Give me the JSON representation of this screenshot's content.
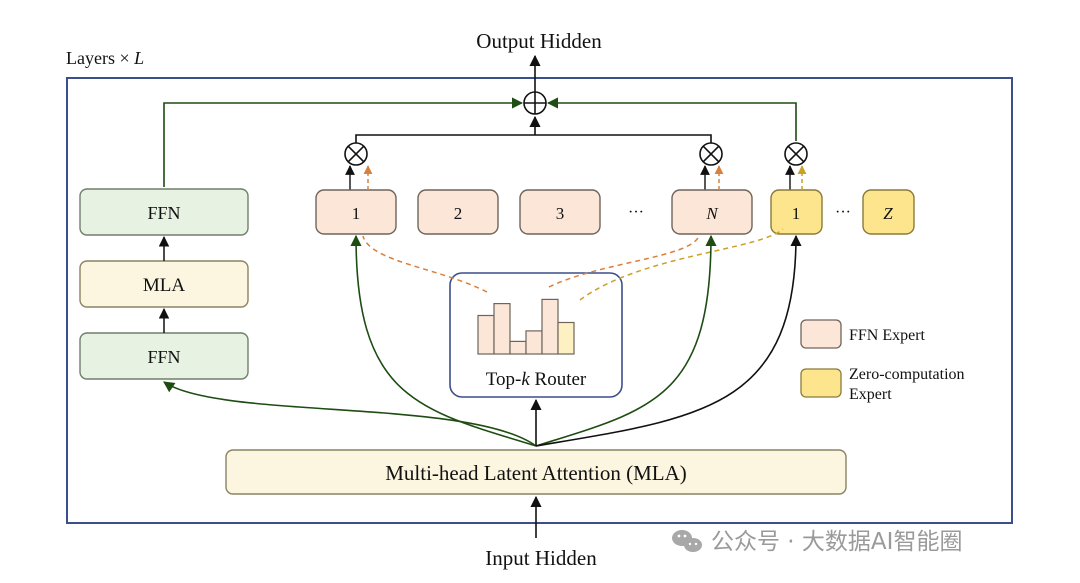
{
  "labels": {
    "output": "Output Hidden",
    "input": "Input Hidden",
    "layers_prefix": "Layers × ",
    "layers_var": "L",
    "mla_bottom": "Multi-head Latent Attention (MLA)",
    "router_prefix": "Top-",
    "router_var": "k",
    "router_suffix": " Router"
  },
  "left_stack": [
    "FFN",
    "MLA",
    "FFN"
  ],
  "ffn_experts": [
    "1",
    "2",
    "3",
    "N"
  ],
  "zero_experts": [
    "1",
    "Z"
  ],
  "ellipsis": "···",
  "legend": {
    "ffn": "FFN Expert",
    "zero_line1": "Zero-computation",
    "zero_line2": "Expert"
  },
  "router_bars": [
    0.55,
    0.72,
    0.18,
    0.33,
    0.78,
    0.45
  ],
  "watermark": "公众号 · 大数据AI智能圈",
  "colors": {
    "frame": "#3b4f8c",
    "green_box_fill": "#e7f2e2",
    "green_box_stroke": "#6f7f6a",
    "cream_fill": "#fcf6e0",
    "cream_stroke": "#8a8262",
    "ffn_expert_fill": "#fbe6d8",
    "ffn_expert_stroke": "#6f645c",
    "zero_expert_fill": "#fde58e",
    "zero_expert_stroke": "#8a7a3a",
    "dark_green": "#1d4d12",
    "orange_dash": "#d9803e",
    "gold_dash": "#c9a227",
    "router_stroke": "#3b4f8c"
  }
}
